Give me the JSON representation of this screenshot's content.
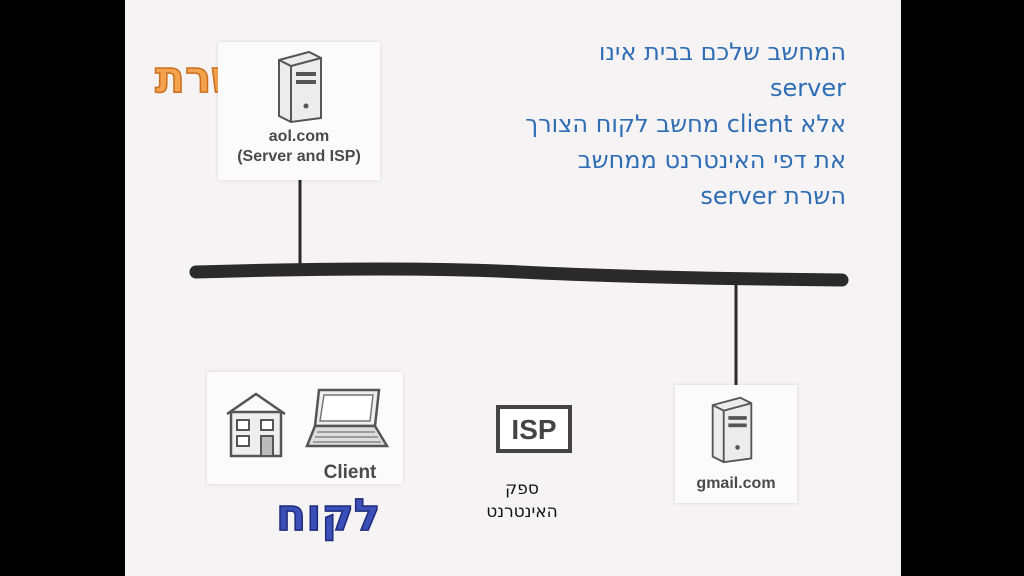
{
  "caption": {
    "line1": "המחשב שלכם בבית אינו",
    "line2": "server",
    "line3": "אלא client מחשב לקוח הצורך",
    "line4": "את דפי האינטרנט ממחשב",
    "line5": "השרת server"
  },
  "server_title": "שרת",
  "client_title": "לקוח",
  "server_box": {
    "line1": "aol.com",
    "line2": "(Server and ISP)"
  },
  "client_label": "Client",
  "isp_label": "ISP",
  "isp_subtitle": {
    "line1": "ספק",
    "line2": "האינטרנט"
  },
  "gmail_label": "gmail.com",
  "colors": {
    "caption": "#2f6db5",
    "server_title": "#f0a04b",
    "client_title": "#3a4fb8",
    "network_line": "#2a2a2a"
  }
}
